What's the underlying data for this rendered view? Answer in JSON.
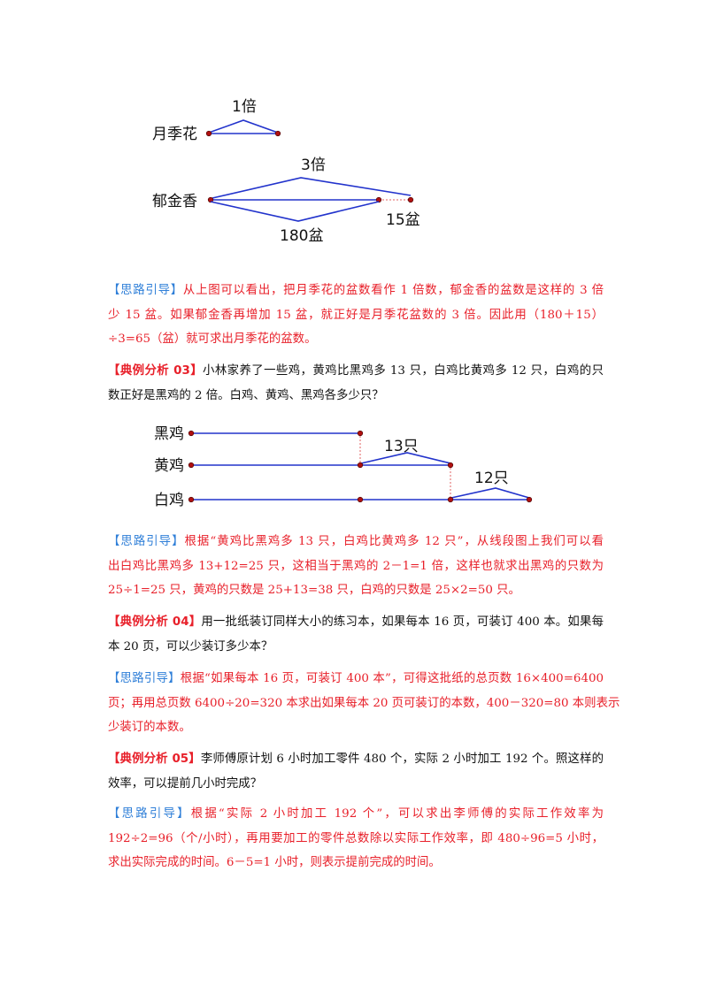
{
  "diagram1": {
    "rose_label": "月季花",
    "rose_multiple": "1倍",
    "tulip_label": "郁金香",
    "tulip_multiple": "3倍",
    "total_label": "180盆",
    "short_label": "15盆"
  },
  "hint1": {
    "tag": "【思路引导】",
    "lines": [
      "从上图可以看出，把月季花的盆数看作 1 倍数，郁金香的盆数是这样的 3 倍",
      "少 15 盆。如果郁金香再增加 15 盆，就正好是月季花盆数的 3 倍。因此用（180＋15）",
      "÷3=65（盆）就可求出月季花的盆数。"
    ]
  },
  "example3": {
    "tag": "【典例分析 03】",
    "lines": [
      "小林家养了一些鸡，黄鸡比黑鸡多 13 只，白鸡比黄鸡多 12 只，白鸡的只",
      "数正好是黑鸡的 2 倍。白鸡、黄鸡、黑鸡各多少只？"
    ]
  },
  "diagram2": {
    "black_label": "黑鸡",
    "yellow_label": "黄鸡",
    "white_label": "白鸡",
    "diff1_label": "13只",
    "diff2_label": "12只"
  },
  "hint2": {
    "tag": "【思路引导】",
    "lines": [
      "根据“黄鸡比黑鸡多 13 只，白鸡比黄鸡多 12 只”，从线段图上我们可以看",
      "出白鸡比黑鸡多 13+12=25 只，这相当于黑鸡的 2－1=1 倍，这样也就求出黑鸡的只数为",
      "25÷1=25 只，黄鸡的只数是 25+13=38 只，白鸡的只数是 25×2=50 只。"
    ]
  },
  "example4": {
    "tag": "【典例分析 04】",
    "lines": [
      "用一批纸装订同样大小的练习本，如果每本 16 页，可装订 400 本。如果每",
      "本 20 页，可以少装订多少本？"
    ]
  },
  "hint3": {
    "tag": "【思路引导】",
    "lines": [
      "根据“如果每本 16 页，可装订 400 本”，可得这批纸的总页数 16×400=6400",
      "页；再用总页数 6400÷20=320 本求出如果每本 20 页可装订的本数，400－320=80 本则表示",
      "少装订的本数。"
    ]
  },
  "example5": {
    "tag": "【典例分析 05】",
    "lines": [
      "李师傅原计划 6 小时加工零件 480 个，实际 2 小时加工 192 个。照这样的",
      "效率，可以提前几小时完成？"
    ]
  },
  "hint4": {
    "tag": "【思路引导】",
    "lines": [
      "根据“实际 2 小时加工 192 个”，可以求出李师傅的实际工作效率为",
      "192÷2=96（个/小时），再用要加工的零件总数除以实际工作效率，即 480÷96=5 小时，",
      "求出实际完成的时间。6－5=1 小时，则表示提前完成的时间。"
    ]
  }
}
